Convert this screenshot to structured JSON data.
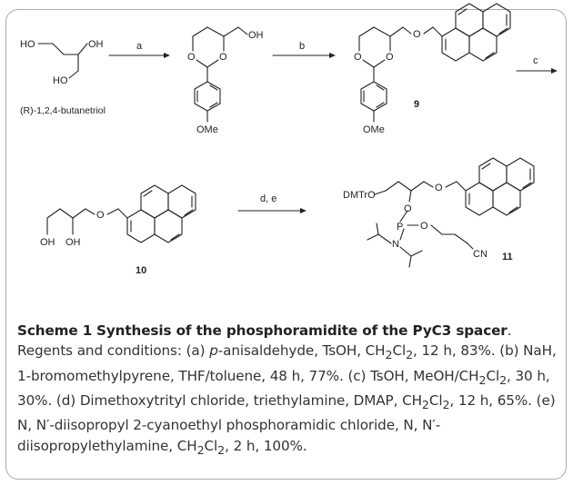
{
  "scheme": {
    "start_material": {
      "label": "(R)-1,2,4-butanetriol",
      "groups": [
        "HO",
        "OH",
        "HO"
      ]
    },
    "steps": [
      "a",
      "b",
      "c",
      "d, e"
    ],
    "intermediate_acetal": {
      "groups": [
        "OH",
        "O",
        "O",
        "OMe"
      ]
    },
    "compound9": {
      "number": "9",
      "groups": [
        "O",
        "O",
        "O",
        "OMe"
      ]
    },
    "compound10": {
      "number": "10",
      "groups": [
        "O",
        "OH",
        "OH"
      ]
    },
    "compound11": {
      "number": "11",
      "groups": [
        "DMTrO",
        "O",
        "O",
        "P",
        "O",
        "N",
        "CN"
      ]
    }
  },
  "caption": {
    "scheme_id": "Scheme 1",
    "title": "Synthesis of the phosphoramidite of the PyC3 spacer",
    "regents_intro": ". Regents and conditions: ",
    "a_pre": "(a) ",
    "a_italic": "p",
    "a_post": "-anisaldehyde, TsOH, CH",
    "a_sub1": "2",
    "a_mid": "Cl",
    "a_sub2": "2",
    "a_end": ", 12 h, 83%.",
    "b": " (b) NaH, 1-bromomethylpyrene, THF/toluene, 48 h, 77%.",
    "c_pre": " (c) TsOH, MeOH/CH",
    "c_sub1": "2",
    "c_mid": "Cl",
    "c_sub2": "2",
    "c_end": ", 30 h, 30%.",
    "d_pre": " (d) Dimethoxytrityl chloride, triethylamine, DMAP, CH",
    "d_sub1": "2",
    "d_mid": "Cl",
    "d_sub2": "2",
    "d_end": ", 12 h, 65%.",
    "e": " (e) N, N′-diisopropyl 2-cyanoethyl phosphoramidic chloride, N, N′-diisopropylethylamine, CH",
    "e_sub1": "2",
    "e_mid": "Cl",
    "e_sub2": "2",
    "e_end": ", 2 h, 100%."
  }
}
